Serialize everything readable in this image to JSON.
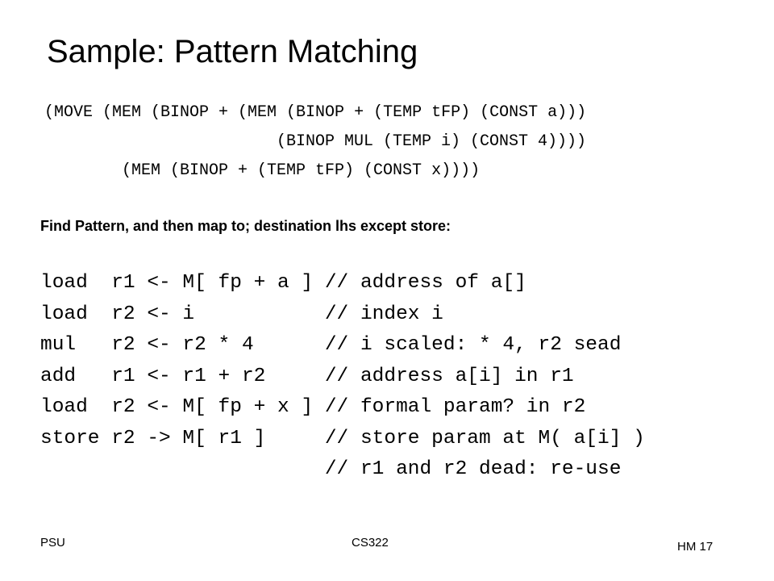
{
  "slide": {
    "title": "Sample: Pattern Matching",
    "ir_tree": [
      "(MOVE (MEM (BINOP + (MEM (BINOP + (TEMP tFP) (CONST a)))",
      "(BINOP MUL (TEMP i) (CONST 4))))",
      "(MEM (BINOP + (TEMP tFP) (CONST x))))"
    ],
    "instruction": "Find Pattern, and then map to; destination lhs except store:",
    "code_lines": [
      "load  r1 <- M[ fp + a ] // address of a[]",
      "load  r2 <- i           // index i",
      "mul   r2 <- r2 * 4      // i scaled: * 4, r2 sead",
      "add   r1 <- r1 + r2     // address a[i] in r1",
      "load  r2 <- M[ fp + x ] // formal param? in r2",
      "store r2 -> M[ r1 ]     // store param at M( a[i] )",
      "                        // r1 and r2 dead: re-use"
    ]
  },
  "footer": {
    "left": "PSU",
    "center": "CS322",
    "right": "HM 17"
  }
}
